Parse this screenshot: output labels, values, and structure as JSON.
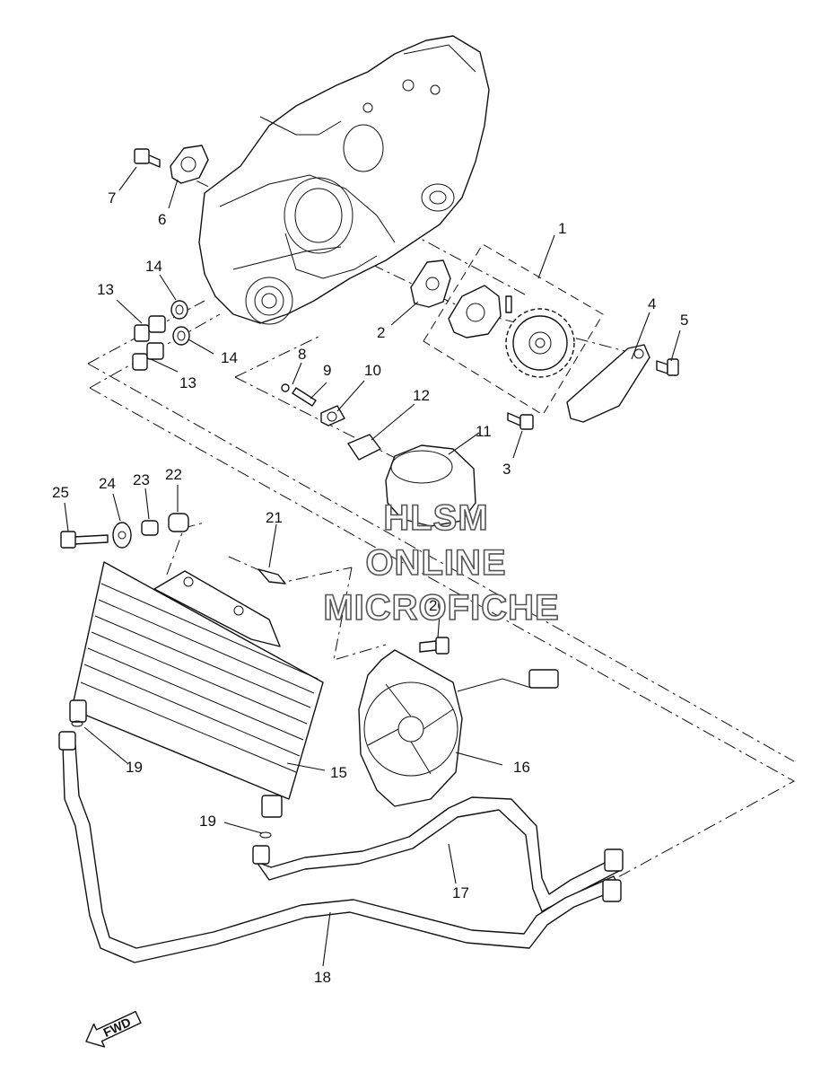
{
  "watermark": {
    "lines": [
      "HLSM",
      "ONLINE",
      "MICROFICHE"
    ],
    "color": "#555555"
  },
  "direction_marker": {
    "label": "FWD"
  },
  "callouts": [
    "1",
    "2",
    "3",
    "4",
    "5",
    "6",
    "7",
    "8",
    "9",
    "10",
    "11",
    "12",
    "13",
    "13",
    "14",
    "14",
    "15",
    "16",
    "17",
    "18",
    "19",
    "19",
    "20",
    "21",
    "22",
    "23",
    "24",
    "25"
  ]
}
